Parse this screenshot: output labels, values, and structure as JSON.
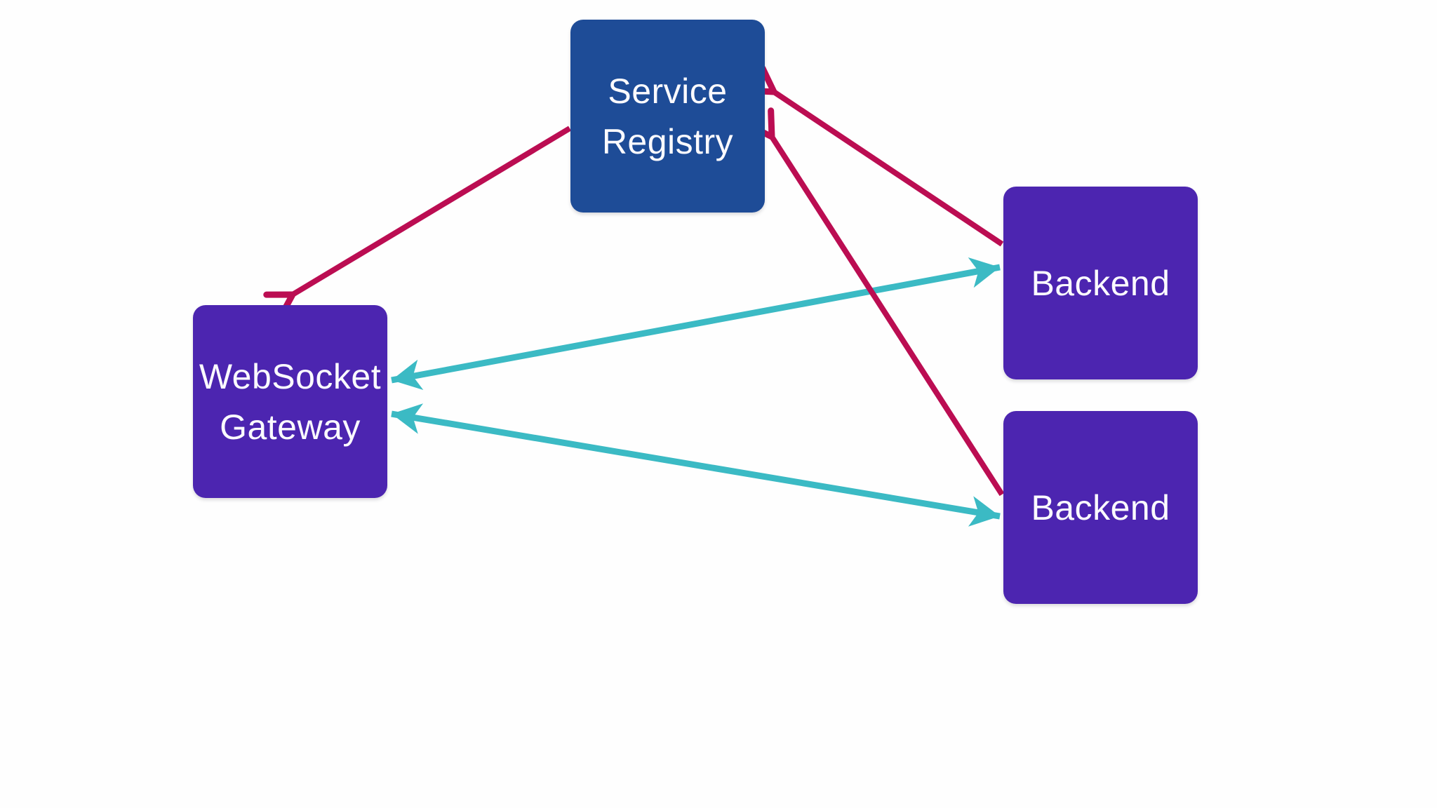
{
  "diagram": {
    "title": "",
    "background_color": "#fefefe",
    "colors": {
      "registry_node_blue": "#1e4c97",
      "service_node_purple": "#4c25b0",
      "node_text_white": "#fbfafe",
      "edge_crimson": "#bb0d52",
      "edge_teal": "#3bbac4"
    },
    "nodes": [
      {
        "id": "service-registry",
        "label": "Service Registry",
        "label_lines": [
          "Service",
          "Registry"
        ],
        "color": "#1e4c97",
        "text_color": "#fbfafe"
      },
      {
        "id": "websocket-gateway",
        "label": "WebSocket Gateway",
        "label_lines": [
          "WebSocket",
          "Gateway"
        ],
        "color": "#4c25b0",
        "text_color": "#fbfafe"
      },
      {
        "id": "backend-1",
        "label": "Backend",
        "label_lines": [
          "Backend"
        ],
        "color": "#4c25b0",
        "text_color": "#fbfafe"
      },
      {
        "id": "backend-2",
        "label": "Backend",
        "label_lines": [
          "Backend"
        ],
        "color": "#4c25b0",
        "text_color": "#fbfafe"
      }
    ],
    "edges": [
      {
        "id": "gateway-backend1",
        "from": "websocket-gateway",
        "to": "backend-1",
        "color": "#3bbac4",
        "arrowheads": "both",
        "head_style": "solid-stealth"
      },
      {
        "id": "gateway-backend2",
        "from": "websocket-gateway",
        "to": "backend-2",
        "color": "#3bbac4",
        "arrowheads": "both",
        "head_style": "solid-stealth"
      },
      {
        "id": "registry-to-gateway",
        "from": "service-registry",
        "to": "websocket-gateway",
        "color": "#bb0d52",
        "arrowheads": "end",
        "head_style": "open-vee"
      },
      {
        "id": "backend1-to-registry",
        "from": "backend-1",
        "to": "service-registry",
        "color": "#bb0d52",
        "arrowheads": "end",
        "head_style": "open-vee"
      },
      {
        "id": "backend2-to-registry",
        "from": "backend-2",
        "to": "service-registry",
        "color": "#bb0d52",
        "arrowheads": "end",
        "head_style": "open-vee"
      }
    ]
  }
}
